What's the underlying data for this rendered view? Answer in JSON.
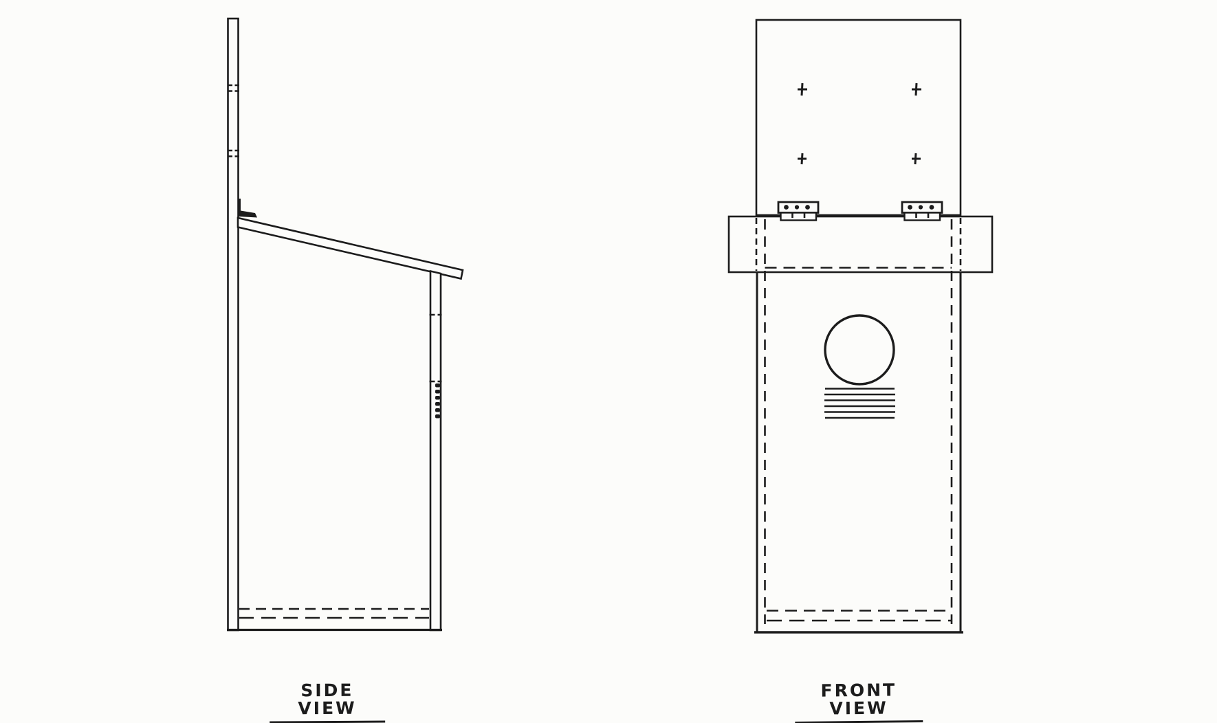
{
  "page": {
    "kind": "hand-drawn construction plan",
    "subject": "nest box (birdhouse) drawing with two orthographic views",
    "paper_color": "#fcfcfa",
    "ink_color": "#1c1c1c"
  },
  "labels": {
    "side_view": "SIDE VIEW",
    "front_view": "FRONT VIEW"
  },
  "views": [
    {
      "name": "side view",
      "features": [
        "tall back mounting board",
        "two pairs of dashed mounting-screw marks on back board",
        "hinge at roof-to-back joint",
        "sloped roof board with front overhang",
        "front panel",
        "dashed hole-position tick marks",
        "vent slots shown edge-on as small blocks",
        "recessed floor shown as dashed hidden lines",
        "solid bottom edge"
      ]
    },
    {
      "name": "front view",
      "features": [
        "back mounting board extending above roof",
        "four cross-shaped screw position marks",
        "two hinges with three screws each",
        "horizontal roof board wider than box",
        "hidden dashed lines for side panels",
        "hidden dashed line for front panel top under roof",
        "round entrance hole",
        "six horizontal ventilation slots",
        "recessed floor shown as dashed hidden lines",
        "solid bottom edge"
      ]
    }
  ]
}
